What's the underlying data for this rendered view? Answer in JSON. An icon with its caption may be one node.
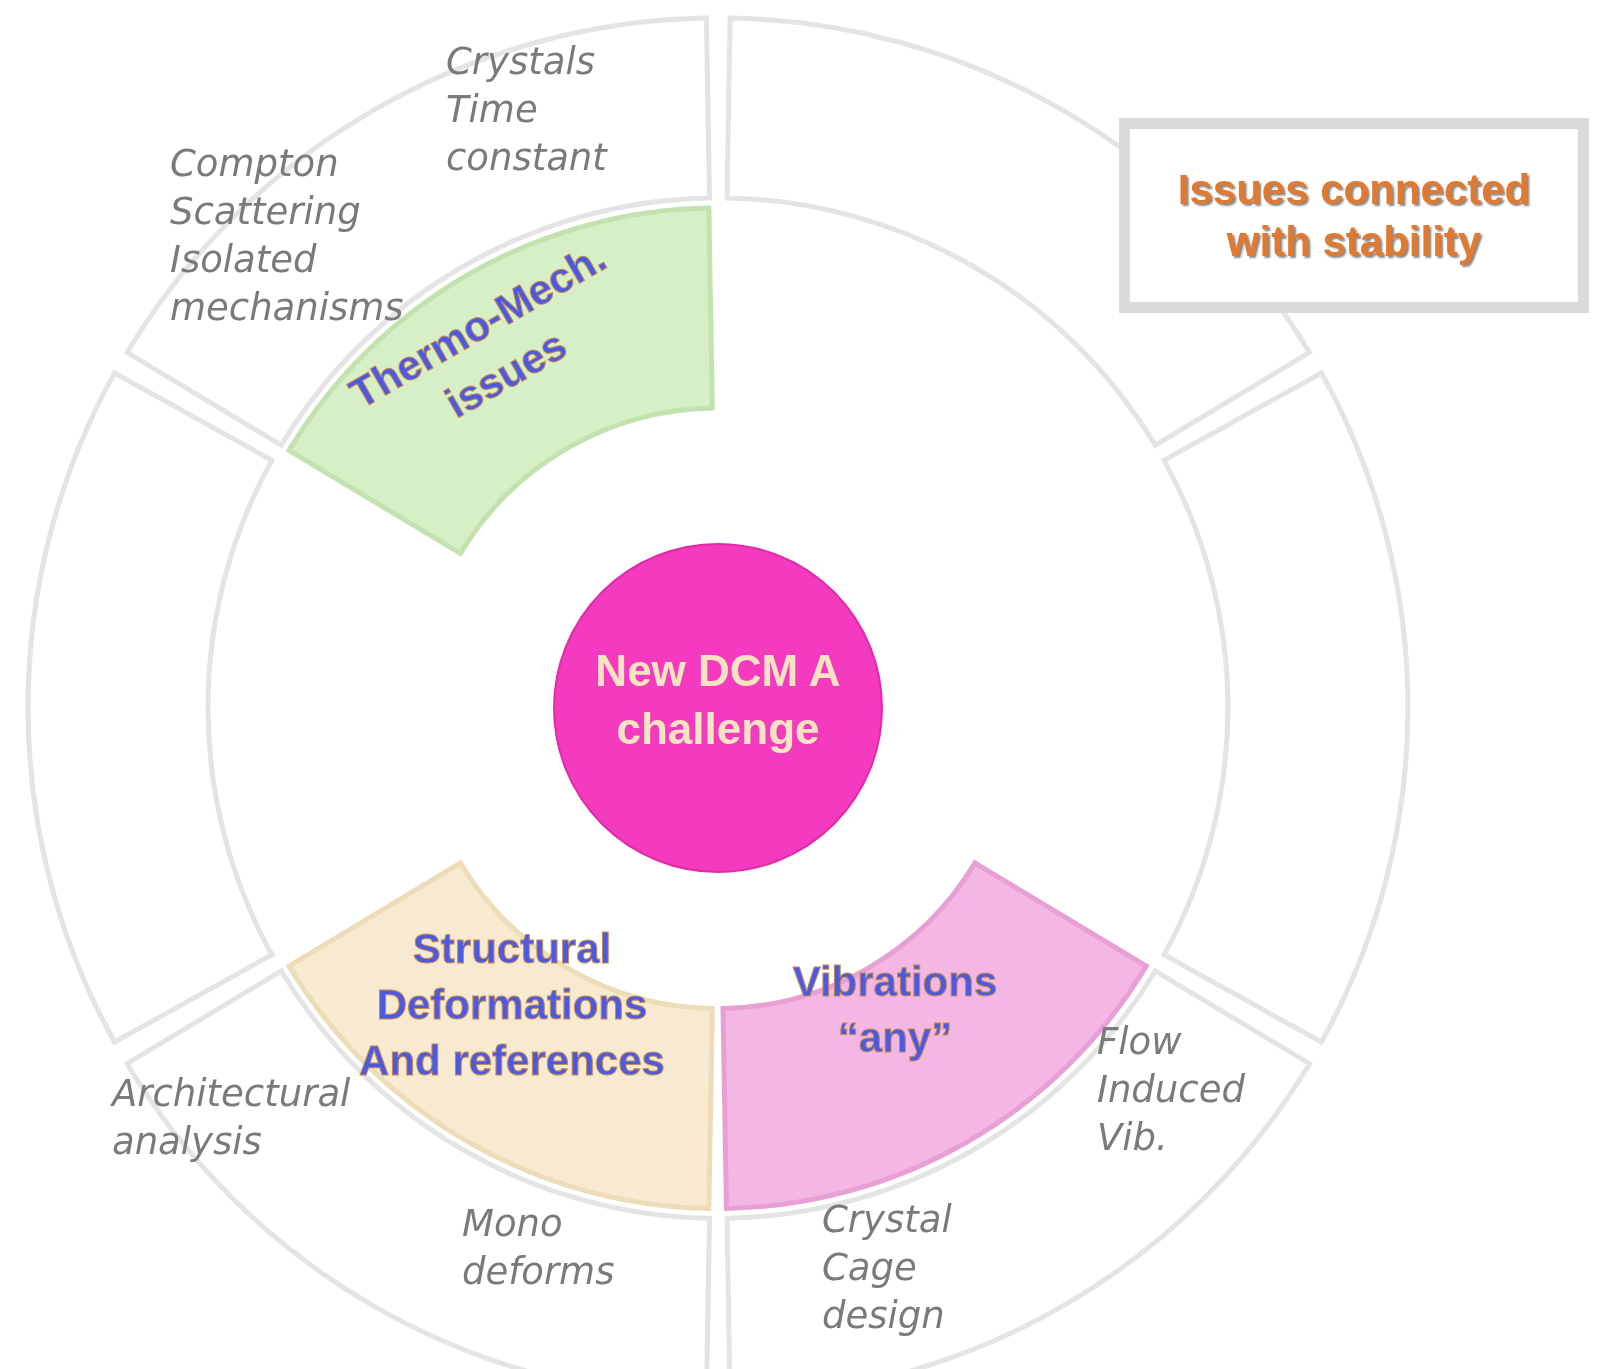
{
  "diagram": {
    "nodes": [
      {
        "text": [
          "Crystals Time constant",
          "Compton Scattering Isolated mechanisms"
        ]
      },
      {
        "text": [],
        "shape": "arc"
      },
      {
        "text": [
          "Issues connected with stability"
        ]
      },
      {
        "text": [],
        "shape": "arc"
      },
      {
        "text": [
          "Thermo-Mech. issues"
        ]
      },
      {
        "text": [
          "New DCM A challenge"
        ]
      },
      {
        "text": [],
        "shape": "arc"
      },
      {
        "text": [
          "Structural Deformations And references"
        ]
      },
      {
        "text": [
          "Vibrations “any”"
        ]
      },
      {
        "text": [
          "Architectural analysis",
          "Mono deforms"
        ]
      },
      {
        "text": [
          "Crystal Cage design",
          "Flow Induced Vib."
        ]
      }
    ]
  }
}
